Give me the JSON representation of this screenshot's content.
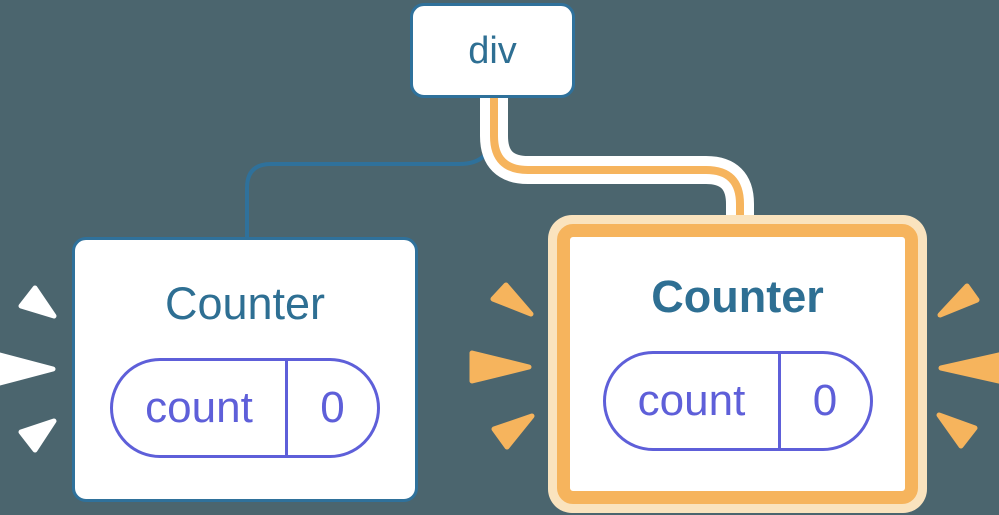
{
  "colors": {
    "background": "#4B656E",
    "blue_stroke": "#2F719B",
    "blue_text": "#2E6F93",
    "orange": "#F6B45D",
    "orange_pale": "#FAE3BE",
    "purple": "#5E5FD9",
    "white": "#FFFFFF"
  },
  "root": {
    "label": "div"
  },
  "children": [
    {
      "id": "counter-left",
      "title": "Counter",
      "highlighted": false,
      "state": {
        "key": "count",
        "value": "0"
      }
    },
    {
      "id": "counter-right",
      "title": "Counter",
      "highlighted": true,
      "state": {
        "key": "count",
        "value": "0"
      }
    }
  ],
  "icons": {
    "left_burst": "emphasis-burst",
    "middle_burst": "emphasis-burst",
    "right_burst": "emphasis-burst"
  }
}
